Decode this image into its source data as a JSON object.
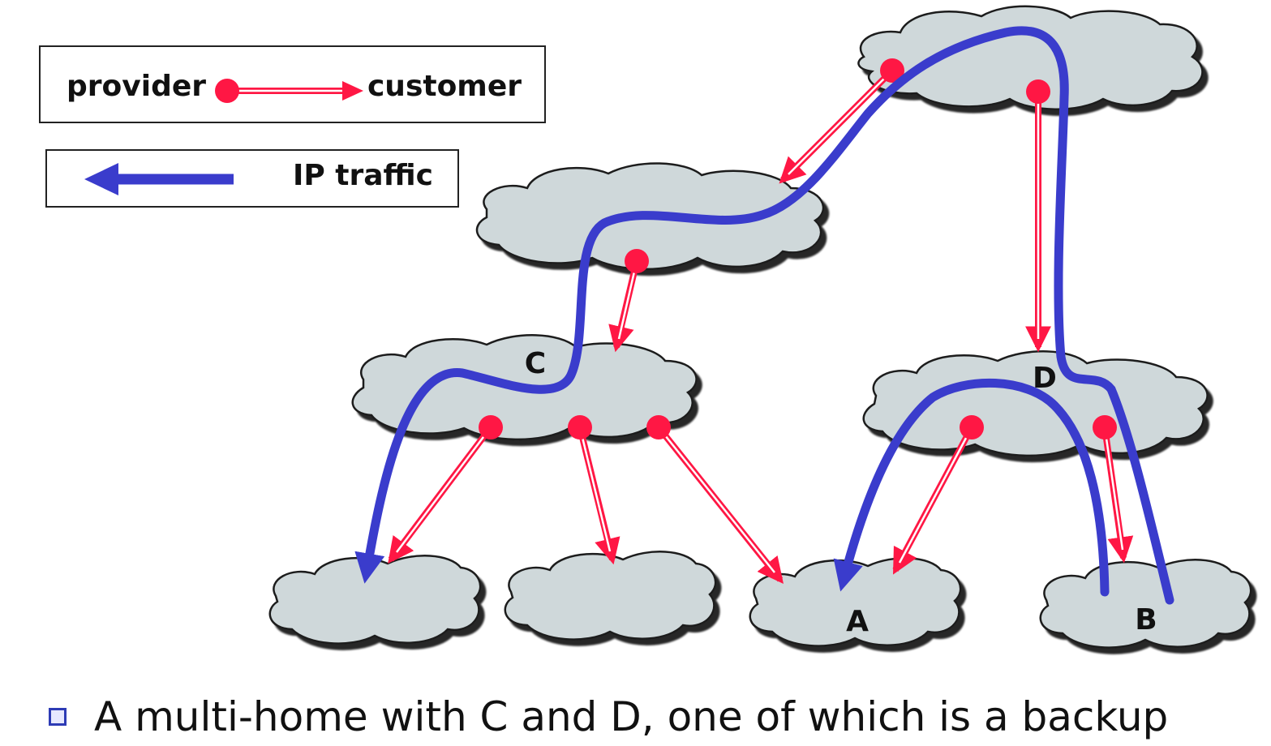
{
  "legend": {
    "provider_label": "provider",
    "customer_label": "customer",
    "ip_traffic_label": "IP traffic"
  },
  "nodes": {
    "C": "C",
    "D": "D",
    "A": "A",
    "B": "B"
  },
  "caption": "A multi-home with C and D, one of which is a backup",
  "colors": {
    "cloud_fill": "#cfd8da",
    "cloud_stroke": "#1e1e1e",
    "relationship_red": "#ff1744",
    "traffic_blue": "#3a3ccc"
  }
}
